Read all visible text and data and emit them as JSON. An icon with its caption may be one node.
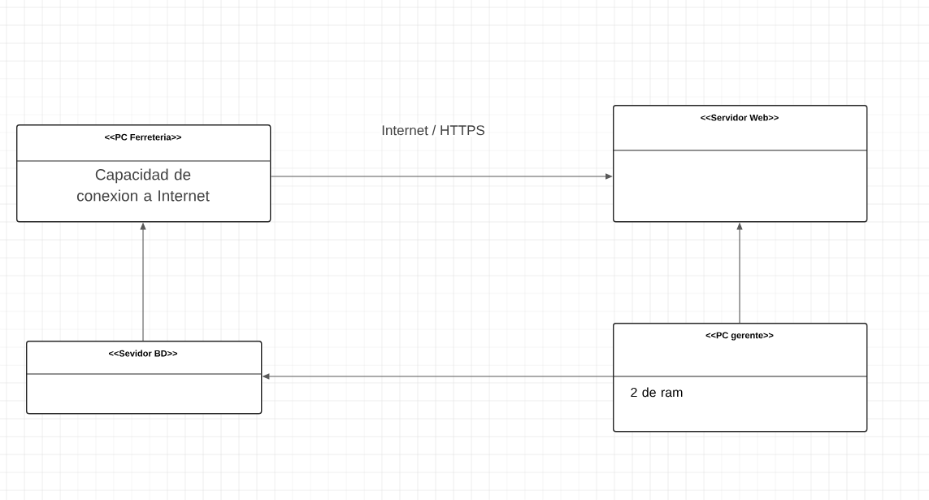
{
  "diagram": {
    "nodes": [
      {
        "text": [
          "<<PC Ferreteria>>",
          "Capacidad de conexion a Internet"
        ]
      },
      {
        "text": [
          "<<Servidor Web>>"
        ]
      },
      {
        "text": [
          "<<Sevidor BD>>"
        ]
      },
      {
        "text": [
          "<<PC gerente>>",
          "2 de ram"
        ]
      }
    ],
    "edges": [
      {
        "from": 0,
        "to": 1,
        "arrow": "to",
        "label": "Internet / HTTPS"
      },
      {
        "from": 2,
        "to": 0,
        "arrow": "to"
      },
      {
        "from": 3,
        "to": 1,
        "arrow": "to"
      },
      {
        "from": 3,
        "to": 2,
        "arrow": "to"
      }
    ]
  }
}
